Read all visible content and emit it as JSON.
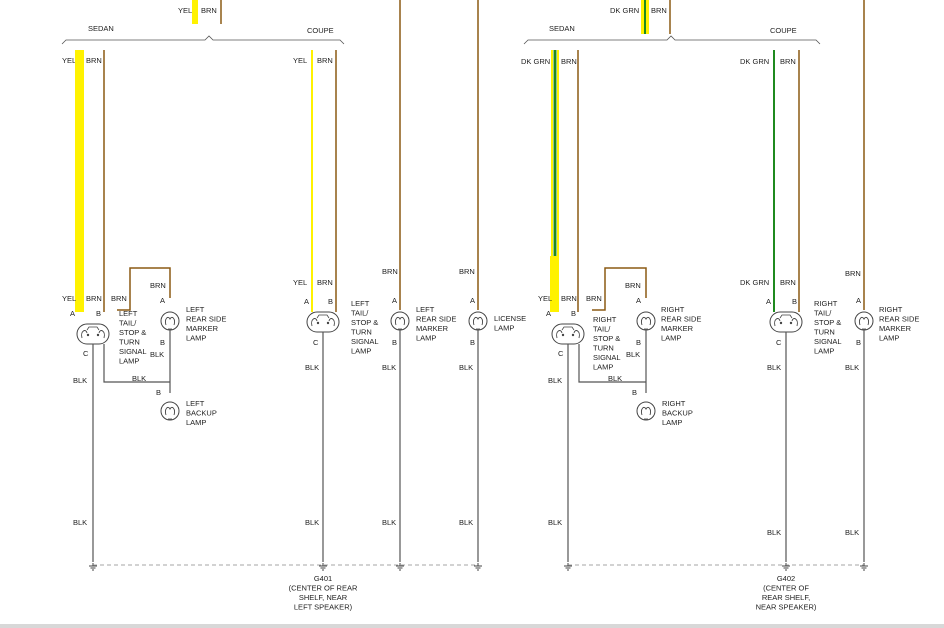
{
  "colors": {
    "yellow": "#fff200",
    "brown": "#8b5a14",
    "black": "#555555",
    "green": "#1f8a1f",
    "dashed": "#888888"
  },
  "variants": {
    "sedan": "SEDAN",
    "coupe": "COUPE"
  },
  "wires": {
    "yel": "YEL",
    "brn": "BRN",
    "blk": "BLK",
    "dk_grn": "DK GRN"
  },
  "pins": {
    "a": "A",
    "b": "B",
    "c": "C"
  },
  "lamps": {
    "left_tail": [
      "LEFT",
      "TAIL/",
      "STOP &",
      "TURN",
      "SIGNAL",
      "LAMP"
    ],
    "left_tail_coupe": [
      "LEFT",
      "TAIL/",
      "STOP &",
      "TURN",
      "SIGNAL",
      "LAMP"
    ],
    "left_marker": [
      "LEFT",
      "REAR SIDE",
      "MARKER",
      "LAMP"
    ],
    "left_marker_coupe": [
      "LEFT",
      "REAR SIDE",
      "MARKER",
      "LAMP"
    ],
    "left_backup": [
      "LEFT",
      "BACKUP",
      "LAMP"
    ],
    "license": [
      "LICENSE",
      "LAMP"
    ],
    "right_tail": [
      "RIGHT",
      "TAIL/",
      "STOP &",
      "TURN",
      "SIGNAL",
      "LAMP"
    ],
    "right_tail_coupe": [
      "RIGHT",
      "TAIL/",
      "STOP &",
      "TURN",
      "SIGNAL",
      "LAMP"
    ],
    "right_marker": [
      "RIGHT",
      "REAR SIDE",
      "MARKER",
      "LAMP"
    ],
    "right_marker_coupe": [
      "RIGHT",
      "REAR SIDE",
      "MARKER",
      "LAMP"
    ],
    "right_backup": [
      "RIGHT",
      "BACKUP",
      "LAMP"
    ]
  },
  "grounds": {
    "g401": [
      "G401",
      "(CENTER OF REAR",
      "SHELF, NEAR",
      "LEFT SPEAKER)"
    ],
    "g402": [
      "G402",
      "(CENTER OF",
      "REAR SHELF,",
      "NEAR SPEAKER)"
    ]
  }
}
